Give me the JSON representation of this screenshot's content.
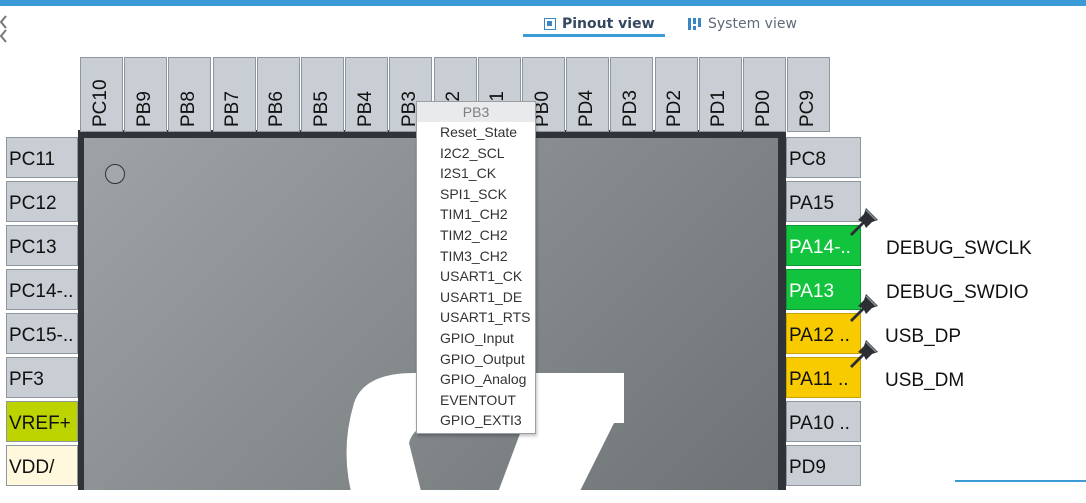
{
  "tabs": [
    {
      "label": "Pinout view",
      "icon": "chip-icon",
      "active": true
    },
    {
      "label": "System view",
      "icon": "system-view-icon",
      "active": false
    }
  ],
  "colors": {
    "accent": "#3a9bd6",
    "pin_default": "#c8ced3",
    "pin_green": "#12c43d",
    "pin_yellow": "#f7cb00",
    "pin_lime": "#bcd300"
  },
  "top_pins": [
    "PC10",
    "PB9",
    "PB8",
    "PB7",
    "PB6",
    "PB5",
    "PB4",
    "PB3",
    "PB2",
    "PB1",
    "PB0",
    "PD4",
    "PD3",
    "PD2",
    "PD1",
    "PD0",
    "PC9"
  ],
  "left_pins": [
    "PC11",
    "PC12",
    "PC13",
    "PC14-..",
    "PC15-..",
    "PF3",
    "VREF+",
    "VDD/"
  ],
  "right_pins": [
    "PC8",
    "PA15",
    "PA14-..",
    "PA13",
    "PA12 ..",
    "PA11 ..",
    "PA10 ..",
    "PD9"
  ],
  "signals": {
    "pa14": "DEBUG_SWCLK",
    "pa13": "DEBUG_SWDIO",
    "pa12": "USB_DP",
    "pa11": "USB_DM"
  },
  "context_menu": {
    "title": "PB3",
    "items": [
      "Reset_State",
      "I2C2_SCL",
      "I2S1_CK",
      "SPI1_SCK",
      "TIM1_CH2",
      "TIM2_CH2",
      "TIM3_CH2",
      "USART1_CK",
      "USART1_DE",
      "USART1_RTS",
      "GPIO_Input",
      "GPIO_Output",
      "GPIO_Analog",
      "EVENTOUT",
      "GPIO_EXTI3"
    ]
  }
}
